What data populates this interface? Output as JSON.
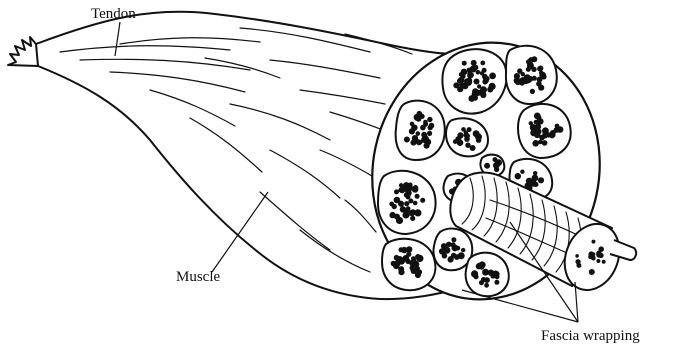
{
  "labels": {
    "tendon": "Tendon",
    "muscle": "Muscle",
    "fascia": "Fascia wrapping"
  },
  "colors": {
    "ink": "#111111",
    "background": "#ffffff"
  }
}
